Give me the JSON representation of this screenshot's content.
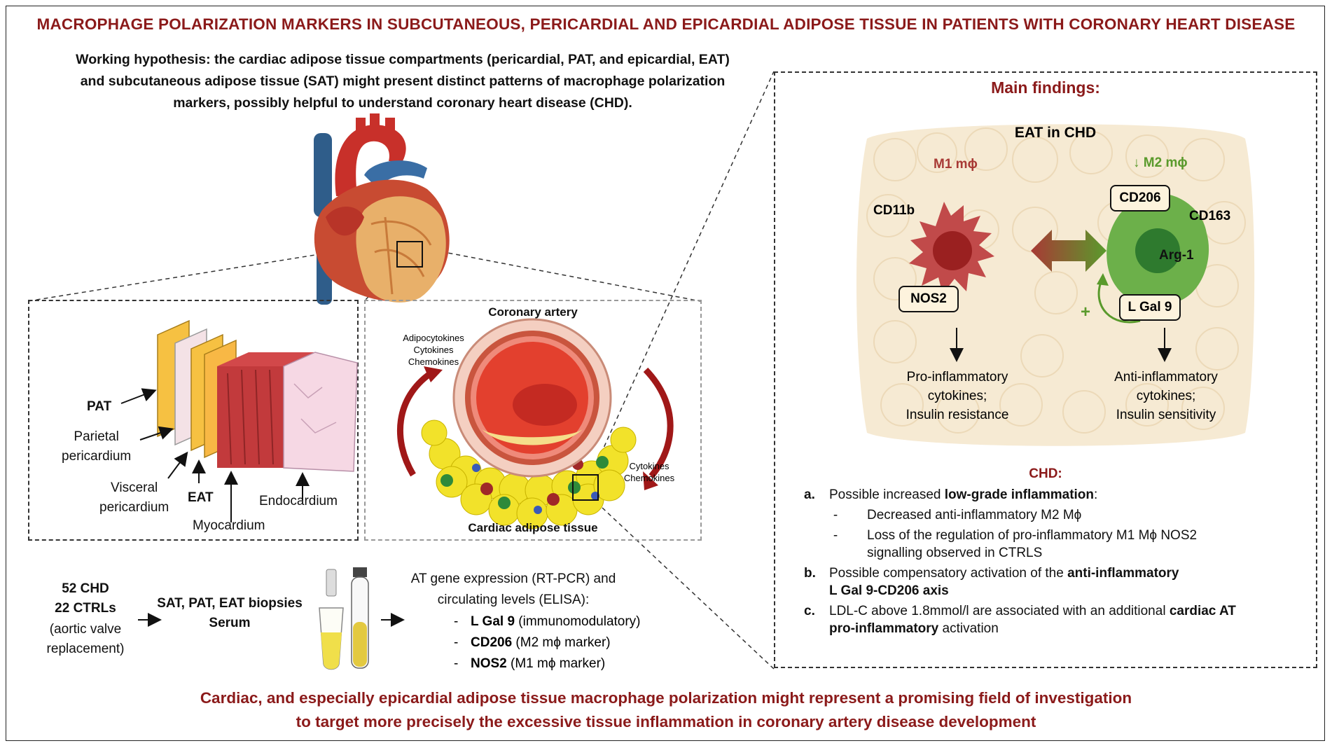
{
  "title": "MACROPHAGE POLARIZATION MARKERS IN SUBCUTANEOUS, PERICARDIAL AND EPICARDIAL ADIPOSE TISSUE IN PATIENTS WITH CORONARY HEART DISEASE",
  "hypothesis": {
    "line1": "Working hypothesis: the cardiac adipose tissue compartments (pericardial, PAT, and epicardial, EAT)",
    "line2": "and subcutaneous adipose tissue (SAT) might present distinct patterns of macrophage polarization",
    "line3": "markers, possibly helpful to understand coronary heart disease (CHD)."
  },
  "layers": {
    "pat": "PAT",
    "parietal": "Parietal\npericardium",
    "visceral": "Visceral\npericardium",
    "eat": "EAT",
    "myocardium": "Myocardium",
    "endocardium": "Endocardium"
  },
  "artery": {
    "title": "Coronary artery",
    "left_label": "Adipocytokines\nCytokines\nChemokines",
    "right_label": "Cytokines\nChemokines",
    "bottom": "Cardiac adipose tissue"
  },
  "methods": {
    "chd": "52 CHD",
    "ctrls": "22 CTRLs",
    "note": "(aortic valve\nreplacement)",
    "biopsies": "SAT, PAT, EAT biopsies",
    "serum": "Serum",
    "expression": "AT gene expression (RT-PCR) and\ncirculating levels (ELISA):",
    "items": [
      {
        "dash": "-",
        "name": "L Gal 9",
        "desc": " (immunomodulatory)"
      },
      {
        "dash": "-",
        "name": "CD206",
        "desc": " (M2 mϕ marker)"
      },
      {
        "dash": "-",
        "name": "NOS2",
        "desc": " (M1 mϕ marker)"
      }
    ]
  },
  "findings": {
    "header": "Main findings:",
    "eat_title": "EAT in CHD",
    "m1": "M1 mϕ",
    "m2": "↓ M2 mϕ",
    "cd11b": "CD11b",
    "nos2": "NOS2",
    "cd206": "CD206",
    "cd163": "CD163",
    "arg1": "Arg-1",
    "lgal9": "L Gal 9",
    "plus": "+",
    "pro": "Pro-inflammatory\ncytokines;\nInsulin resistance",
    "anti": "Anti-inflammatory\ncytokines;\nInsulin sensitivity",
    "chd_header": "CHD:",
    "a_letter": "a.",
    "a_pre": "Possible increased ",
    "a_bold": "low-grade inflammation",
    "a_post": ":",
    "a_sub1": "Decreased anti-inflammatory M2 Mϕ",
    "a_sub2": "Loss of the regulation of pro-inflammatory M1 Mϕ NOS2",
    "a_sub2b": "signalling observed in CTRLS",
    "b_letter": "b.",
    "b_pre": "Possible compensatory activation of the ",
    "b_bold1": "anti-inflammatory",
    "b_bold2": "L Gal 9-CD206 axis",
    "c_letter": "c.",
    "c_pre": "LDL-C above 1.8mmol/l are associated with an additional ",
    "c_bold1": "cardiac AT",
    "c_bold2": "pro-inflammatory",
    "c_post": " activation"
  },
  "conclusion": {
    "line1": "Cardiac, and especially epicardial adipose tissue macrophage polarization might represent a promising field of investigation",
    "line2": "to target more precisely the excessive tissue inflammation in coronary artery disease development"
  }
}
